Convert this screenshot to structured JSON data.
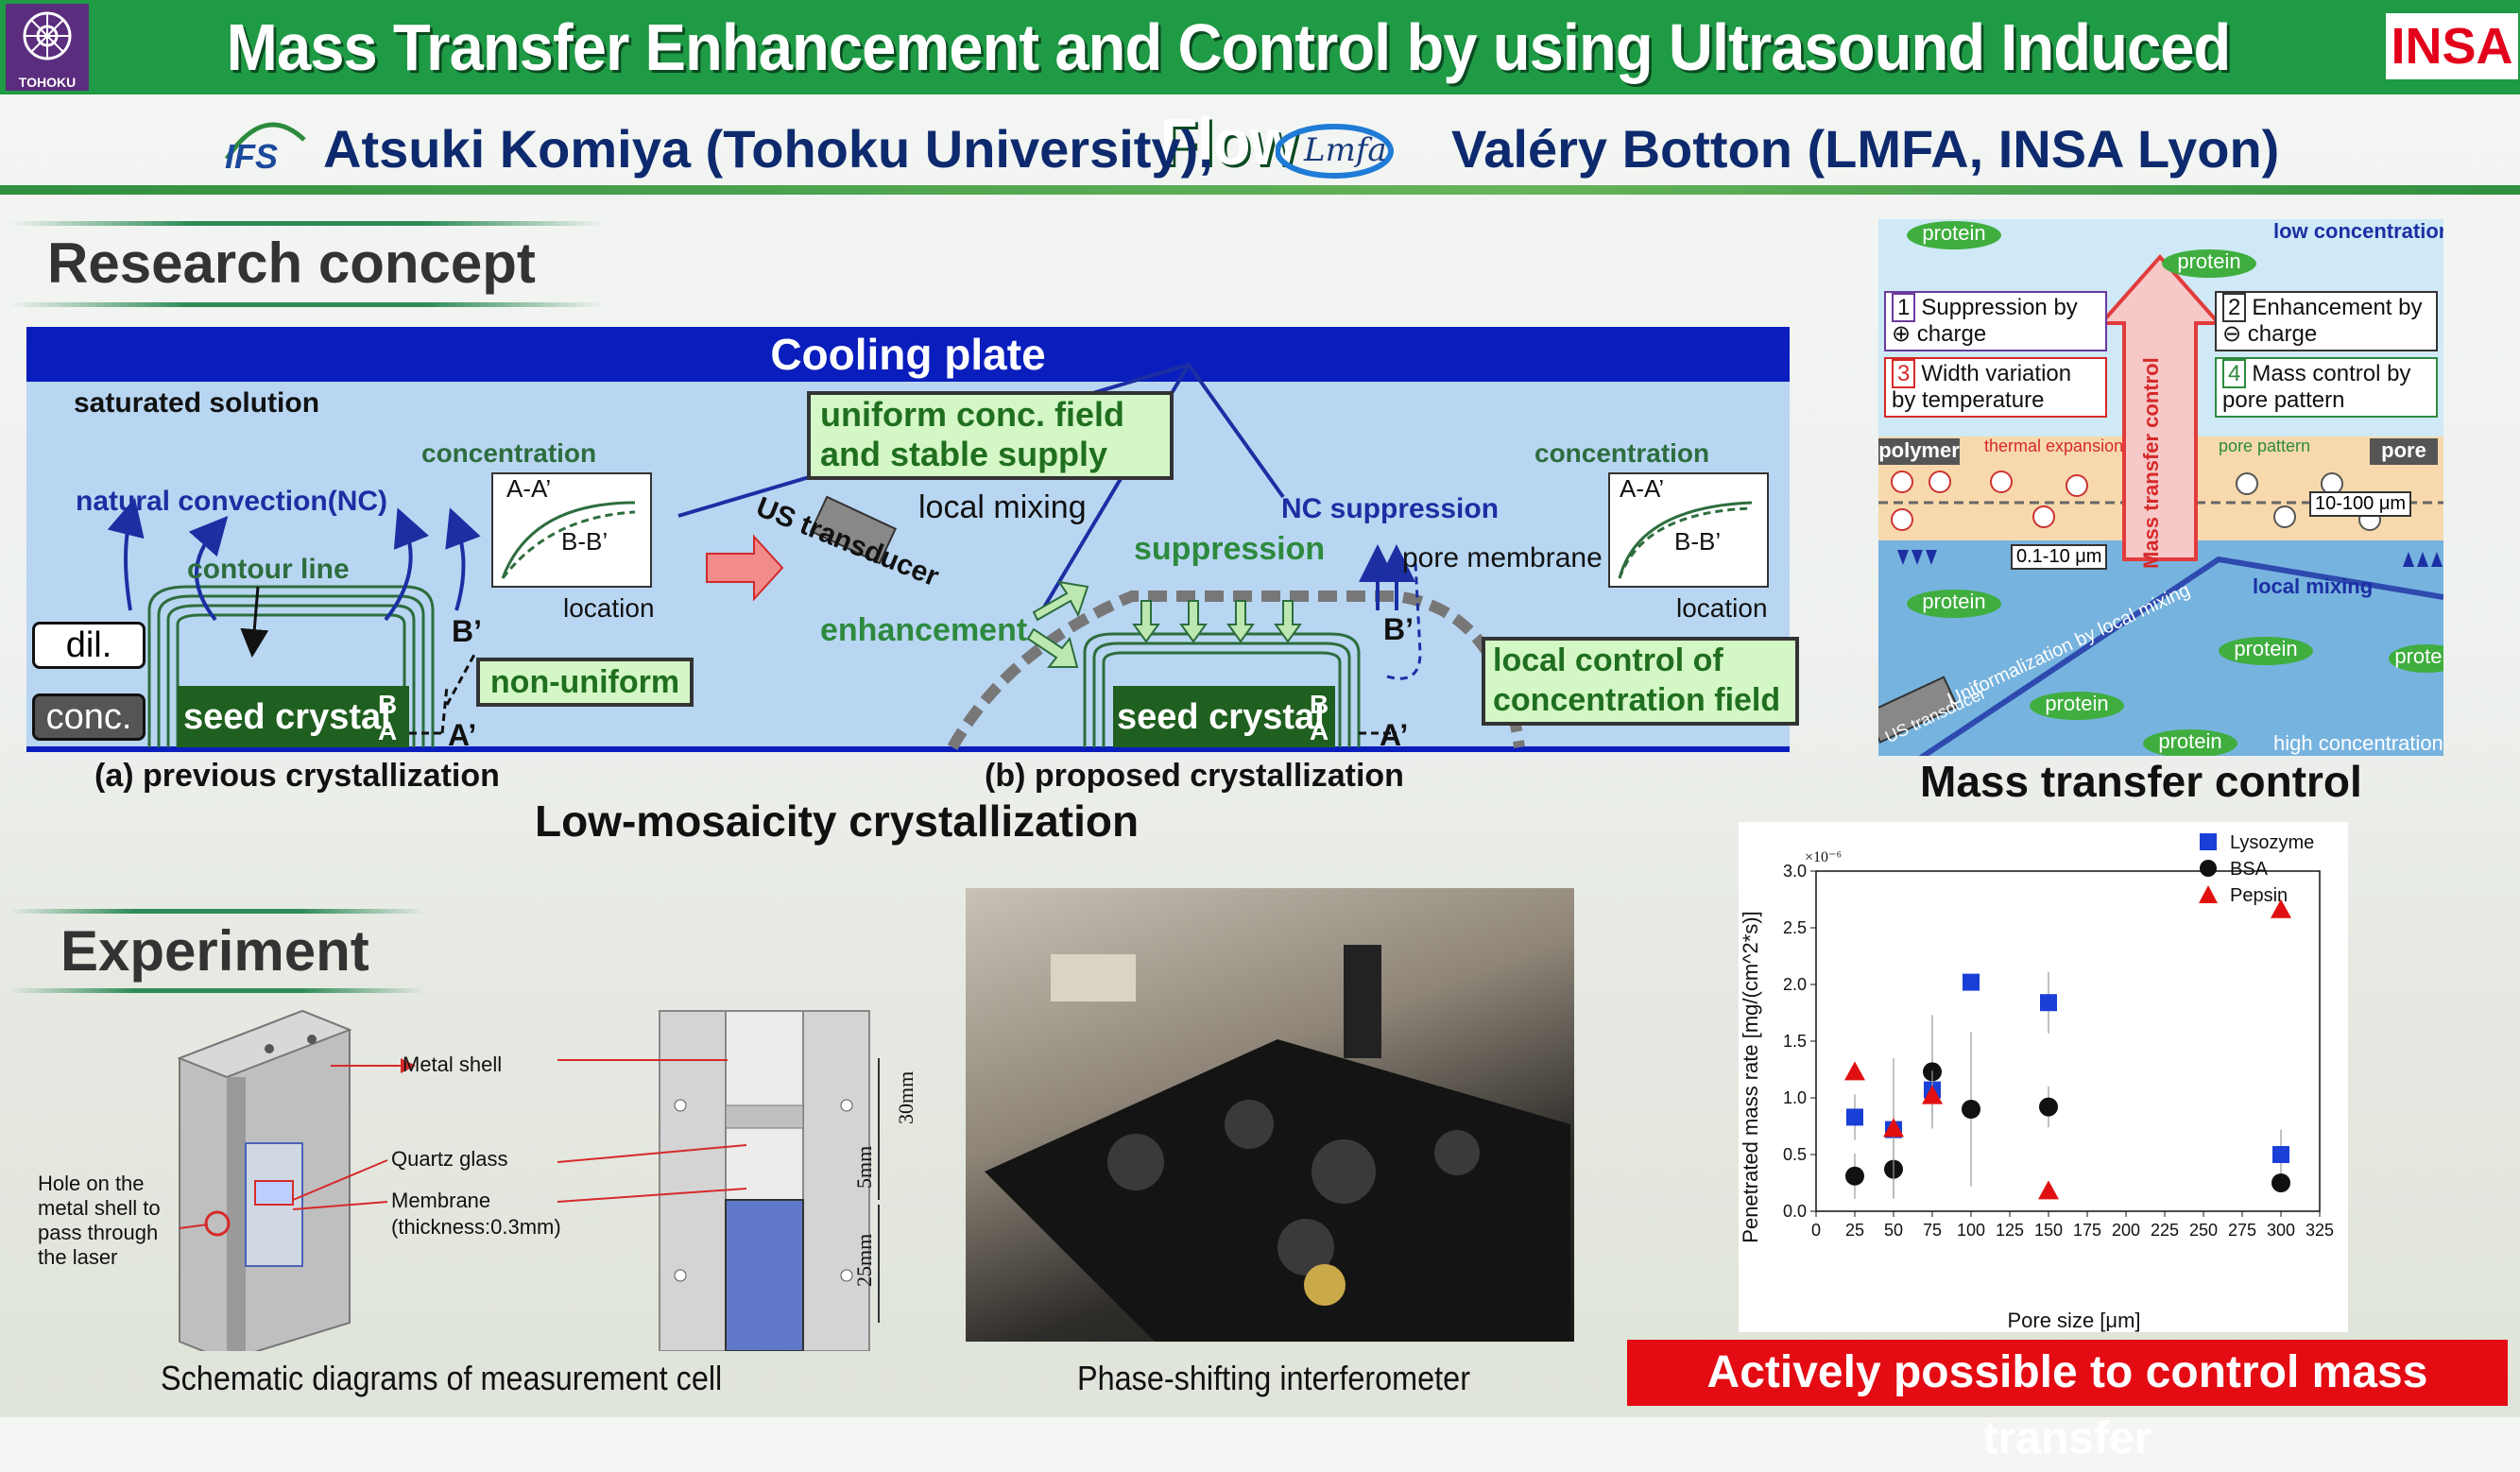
{
  "header": {
    "title": "Mass Transfer Enhancement and Control by using Ultrasound Induced Flow",
    "left_logo_text": "TOHOKU",
    "right_logo_text": "INSA"
  },
  "authors": {
    "ifs_logo": "IFS",
    "author1": "Atsuki Komiya (Tohoku University),",
    "lmfa_logo": "Lmfa",
    "author2": "Valéry Botton (LMFA, INSA Lyon)"
  },
  "research": {
    "heading": "Research concept",
    "cooling_plate": "Cooling plate",
    "saturated_solution": "saturated solution",
    "natural_convection": "natural convection(NC)",
    "contour_line": "contour line",
    "concentration_left": "concentration",
    "concentration_right": "concentration",
    "location_left": "location",
    "location_right": "location",
    "aa": "A-A’",
    "bb": "B-B’",
    "dil": "dil.",
    "conc": "conc.",
    "seed_crystal": "seed crystal",
    "B": "B",
    "A": "A",
    "B_prime": "B’",
    "A_prime": "A’",
    "non_uniform": "non-uniform",
    "uniform_box": "uniform conc. field and stable supply",
    "us_transducer": "US transducer",
    "local_mixing": "local mixing",
    "nc_suppression": "NC suppression",
    "suppression": "suppression",
    "pore_membrane": "pore membrane",
    "enhancement": "enhancement",
    "local_control_box": "local control of concentration field",
    "caption_a": "(a) previous crystallization",
    "caption_b": "(b) proposed crystallization",
    "subtitle": "Low-mosaicity crystallization"
  },
  "mtc": {
    "low_concentration": "low concentration",
    "high_concentration": "high concentration",
    "box1_num": "1",
    "box1": "Suppression by ⊕ charge",
    "box2_num": "2",
    "box2": "Enhancement by ⊖ charge",
    "box3_num": "3",
    "box3": "Width variation by temperature",
    "box4_num": "4",
    "box4": "Mass control by pore pattern",
    "polymer": "polymer",
    "thermal": "thermal expansion",
    "pore_pattern": "pore pattern",
    "pore": "pore",
    "size1": "10-100 μm",
    "size2": "0.1-10 μm",
    "arrow_text": "Mass transfer control",
    "local_mixing": "local mixing",
    "uniform": "Uniformalization by local mixing",
    "us_transducer": "US transducer",
    "protein": "protein",
    "caption": "Mass transfer control"
  },
  "experiment": {
    "heading": "Experiment",
    "metal_shell": "Metal shell",
    "quartz_glass": "Quartz glass",
    "membrane": "Membrane",
    "thickness": "(thickness:0.3mm)",
    "hole": "Hole on the metal shell to pass through the laser",
    "dim_30": "30mm",
    "dim_5": "5mm",
    "dim_25": "25mm",
    "cell_caption": "Schematic diagrams of measurement cell",
    "photo_caption": "Phase-shifting interferometer"
  },
  "chart_data": {
    "type": "scatter",
    "xlabel": "Pore size [μm]",
    "ylabel": "Penetrated mass rate [mg/(cm^2*s)]",
    "y_exponent": "×10⁻⁶",
    "xlim": [
      0,
      325
    ],
    "ylim": [
      0,
      3.0
    ],
    "xticks": [
      0,
      25,
      50,
      75,
      100,
      125,
      150,
      175,
      200,
      225,
      250,
      275,
      300,
      325
    ],
    "yticks": [
      0.0,
      0.5,
      1.0,
      1.5,
      2.0,
      2.5,
      3.0
    ],
    "legend_position": "top-right",
    "series": [
      {
        "name": "Lysozyme",
        "marker": "square",
        "color": "#1a3fd6",
        "x": [
          25,
          50,
          75,
          100,
          150,
          300
        ],
        "y": [
          0.83,
          0.72,
          1.07,
          2.02,
          1.84,
          0.5
        ],
        "err": [
          0.2,
          0.12,
          0.1,
          0.0,
          0.27,
          0.22
        ]
      },
      {
        "name": "BSA",
        "marker": "circle",
        "color": "#111111",
        "x": [
          25,
          50,
          75,
          100,
          150,
          300
        ],
        "y": [
          0.31,
          0.37,
          1.23,
          0.9,
          0.92,
          0.25
        ],
        "err": [
          0.2,
          0.25,
          0.5,
          0.68,
          0.18,
          0.08
        ]
      },
      {
        "name": "Pepsin",
        "marker": "triangle",
        "color": "#e01010",
        "x": [
          25,
          50,
          75,
          150,
          300
        ],
        "y": [
          1.23,
          0.73,
          1.02,
          0.18,
          2.66
        ],
        "err": [
          0.0,
          0.62,
          0.22,
          0.0,
          0.0
        ]
      }
    ]
  },
  "banner": {
    "text": "Actively possible to control mass transfer"
  },
  "colors": {
    "header_green": "#1f9a45",
    "cooling_blue": "#0a1ebd",
    "concept_bg": "#b8d6f2",
    "banner_red": "#e40b13",
    "author_navy": "#0e2a6e"
  }
}
